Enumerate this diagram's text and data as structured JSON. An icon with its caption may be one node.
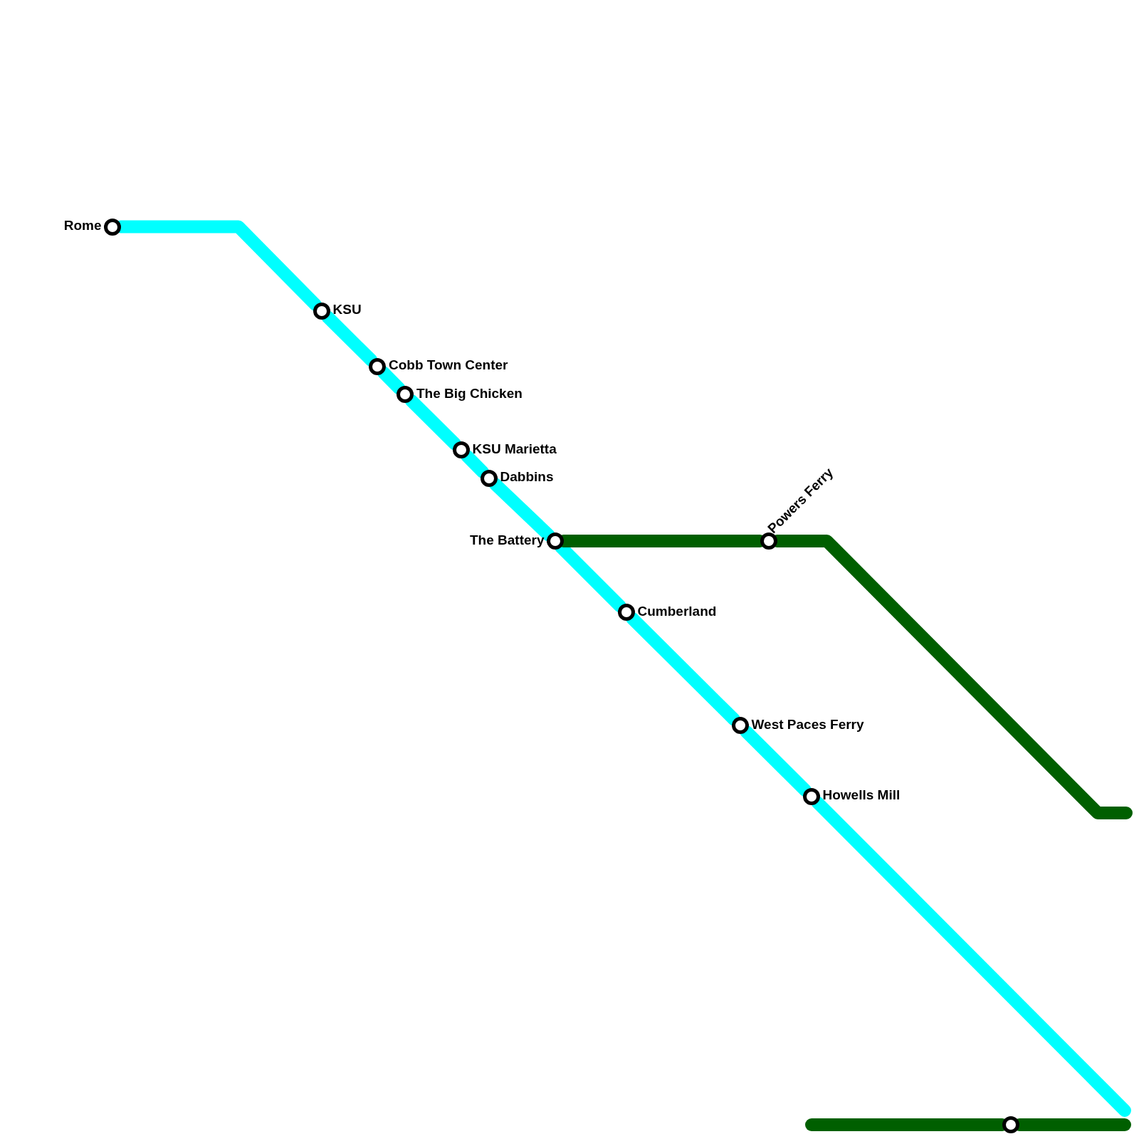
{
  "diagram": {
    "nodes": [
      {
        "text": [
          "Rome"
        ]
      },
      {
        "text": [
          "KSU"
        ]
      },
      {
        "text": [
          "Cobb Town Center"
        ]
      },
      {
        "text": [
          "The Big Chicken"
        ]
      },
      {
        "text": [
          "KSU Marietta"
        ]
      },
      {
        "text": [
          "Dabbins"
        ]
      },
      {
        "text": [
          "The Battery"
        ]
      },
      {
        "text": [
          "Powers Ferry"
        ]
      },
      {
        "text": [
          "Cumberland"
        ]
      },
      {
        "text": [
          "West Paces Ferry"
        ]
      },
      {
        "text": [
          "Howells Mill"
        ]
      },
      {
        "text": [],
        "shape": "circle"
      }
    ],
    "edges": [
      {
        "from": 0,
        "to": 1,
        "arrow": "none"
      },
      {
        "from": 1,
        "to": 2,
        "arrow": "none"
      },
      {
        "from": 2,
        "to": 3,
        "arrow": "none"
      },
      {
        "from": 3,
        "to": 4,
        "arrow": "none"
      },
      {
        "from": 4,
        "to": 5,
        "arrow": "none"
      },
      {
        "from": 5,
        "to": 6,
        "arrow": "none"
      },
      {
        "from": 6,
        "to": 8,
        "arrow": "none"
      },
      {
        "from": 8,
        "to": 9,
        "arrow": "none"
      },
      {
        "from": 9,
        "to": 10,
        "arrow": "none"
      },
      {
        "from": 10,
        "to": null,
        "arrow": "none"
      },
      {
        "from": 6,
        "to": 7,
        "arrow": "none",
        "color": "#005f00"
      },
      {
        "from": 7,
        "to": null,
        "arrow": "none",
        "color": "#005f00"
      },
      {
        "from": null,
        "to": 11,
        "arrow": "none",
        "color": "#005f00"
      },
      {
        "from": 11,
        "to": null,
        "arrow": "none",
        "color": "#005f00"
      }
    ]
  }
}
